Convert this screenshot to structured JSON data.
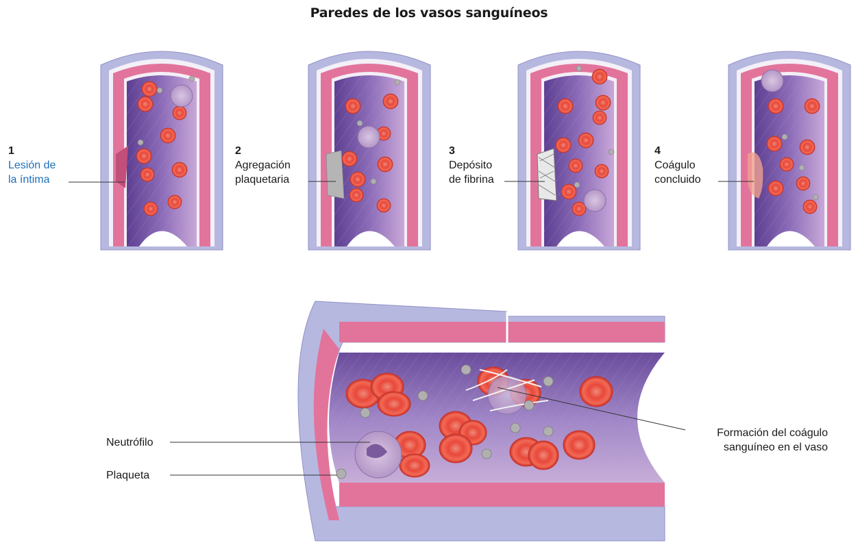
{
  "title": "Paredes de los vasos sanguíneos",
  "stages": [
    {
      "number": "1",
      "lines": [
        "Lesión de",
        "la íntima"
      ]
    },
    {
      "number": "2",
      "lines": [
        "Agregación",
        "plaquetaria"
      ]
    },
    {
      "number": "3",
      "lines": [
        "Depósito",
        "de fibrina"
      ]
    },
    {
      "number": "4",
      "lines": [
        "Coágulo",
        "concluido"
      ]
    }
  ],
  "bottom": {
    "neutrophil": "Neutrófilo",
    "platelet": "Plaqueta",
    "clot_line1": "Formación del coágulo",
    "clot_line2": "sanguíneo en el vaso"
  },
  "colors": {
    "accent_label": "#1e6fb8",
    "adventitia": "#b7b8e0",
    "media": "#e2749c",
    "lumen": "#7a5aa8",
    "rbc": "#e8483b",
    "platelet": "#a5a5a5",
    "clot": "#f0a090"
  }
}
